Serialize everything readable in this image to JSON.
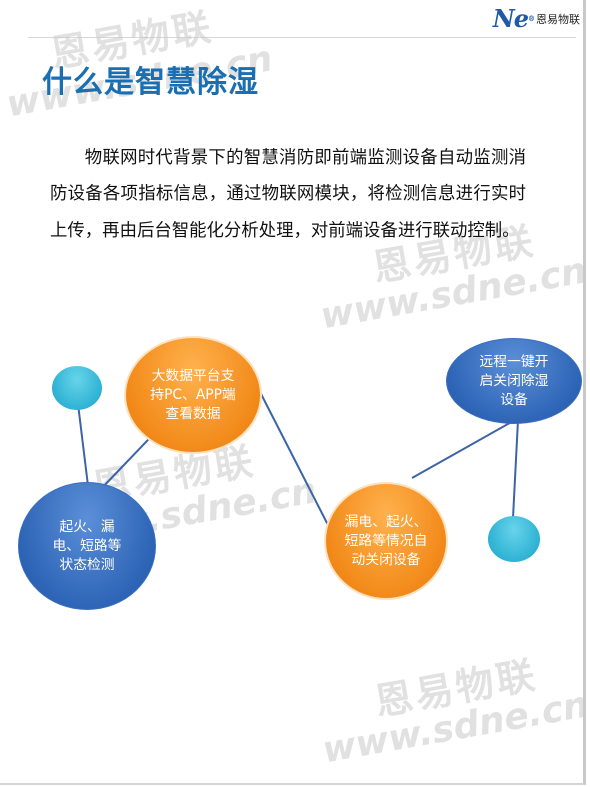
{
  "header": {
    "logo_mark": "Ne",
    "logo_trademark": "®",
    "logo_text": "恩易物联"
  },
  "title": "什么是智慧除湿",
  "watermark": {
    "cn": "恩易物联",
    "url": "www.sdne.cn"
  },
  "paragraph": "物联网时代背景下的智慧消防即前端监测设备自动监测消防设备各项指标信息，通过物联网模块，将检测信息进行实时上传，再由后台智能化分析处理，对前端设备进行联动控制。",
  "diagram": {
    "nodes": {
      "platform": "大数据平台支持PC、APP端查看数据",
      "detect": "起火、漏电、短路等状态检测",
      "linkage": "漏电、起火、短路等情况自动关闭设备",
      "remote": "远程一键开启关闭除湿设备"
    },
    "colors": {
      "blue": "#2e65b6",
      "orange": "#f28a1a",
      "cyan": "#2bb0d3",
      "connector": "#3c64a6"
    }
  }
}
